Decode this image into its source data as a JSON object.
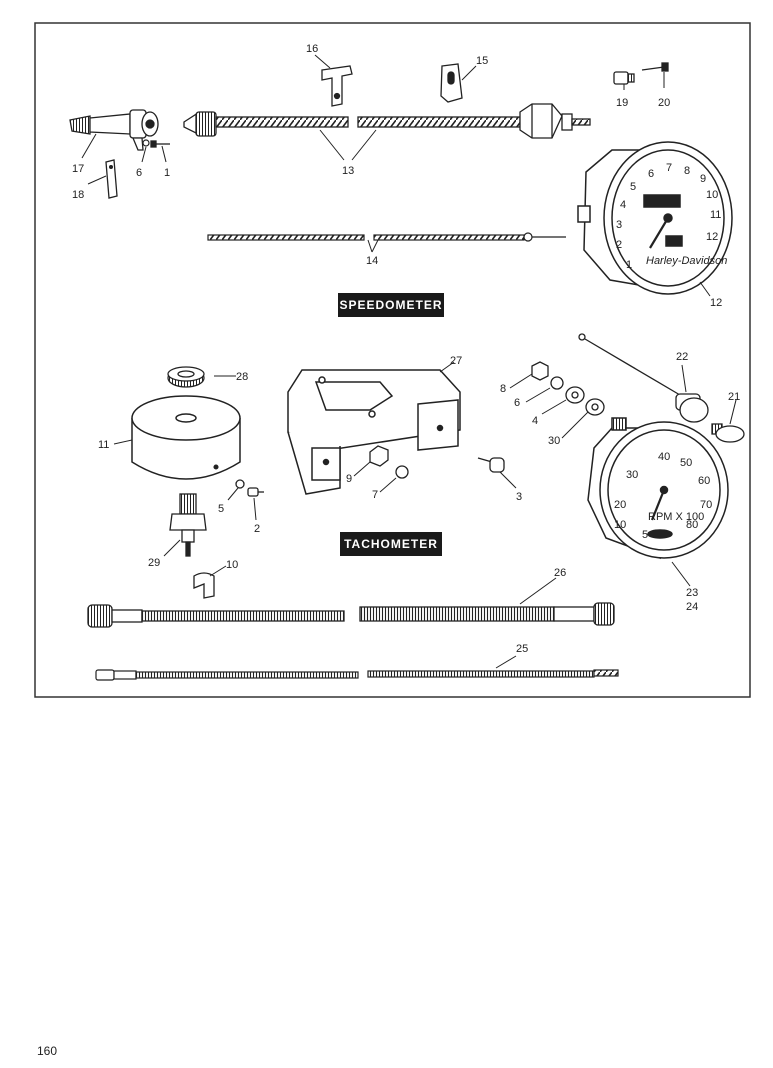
{
  "sections": {
    "speedometer": "SPEEDOMETER",
    "tachometer": "TACHOMETER"
  },
  "dial_brand": "Harley-Davidson",
  "tach_scale_text": "RPM X 100",
  "speedo_dial_numbers": [
    "1",
    "2",
    "3",
    "4",
    "5",
    "6",
    "7",
    "8",
    "9",
    "10",
    "11",
    "12"
  ],
  "tach_dial_numbers": [
    "5",
    "10",
    "20",
    "30",
    "40",
    "50",
    "60",
    "70",
    "80"
  ],
  "callouts": {
    "c1": "1",
    "c2": "2",
    "c3": "3",
    "c4": "4",
    "c5": "5",
    "c6a": "6",
    "c6b": "6",
    "c7": "7",
    "c8": "8",
    "c9": "9",
    "c10": "10",
    "c11": "11",
    "c12": "12",
    "c13": "13",
    "c14": "14",
    "c15": "15",
    "c16": "16",
    "c17": "17",
    "c18": "18",
    "c19": "19",
    "c20": "20",
    "c21": "21",
    "c22": "22",
    "c23": "23",
    "c24": "24",
    "c25": "25",
    "c26": "26",
    "c27": "27",
    "c28": "28",
    "c29": "29",
    "c30": "30"
  },
  "page_number": "160"
}
